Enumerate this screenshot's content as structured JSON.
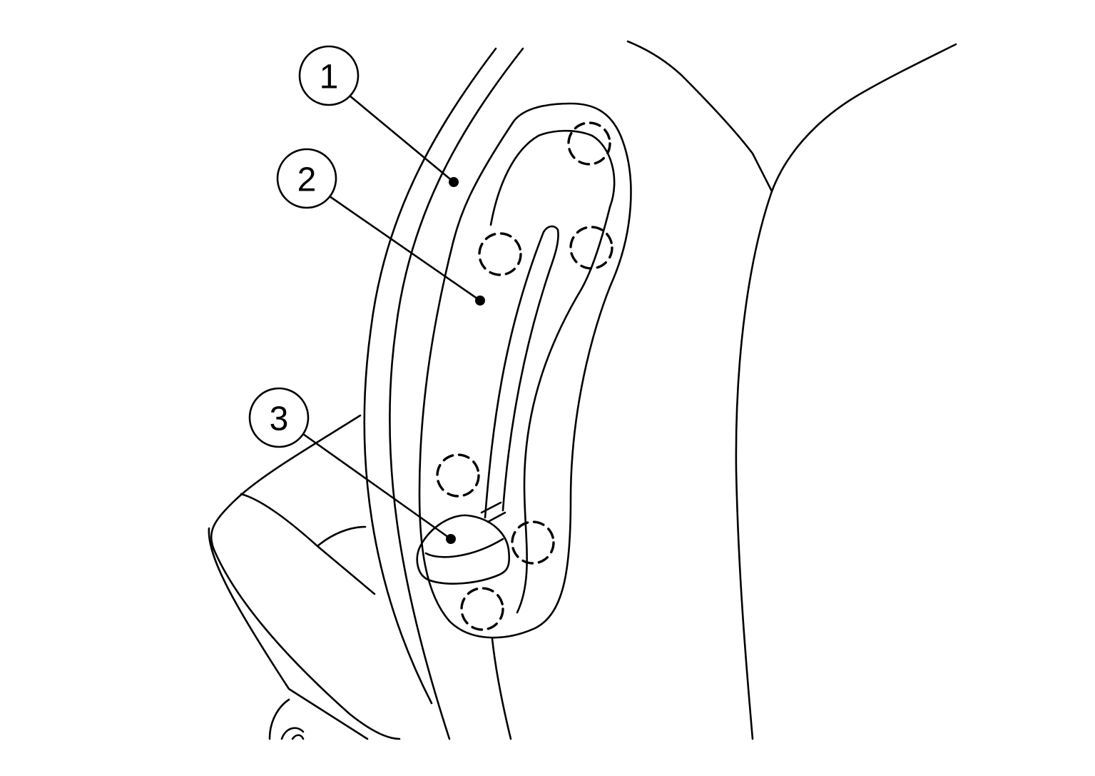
{
  "callouts": [
    {
      "label": "1"
    },
    {
      "label": "2"
    },
    {
      "label": "3"
    }
  ],
  "colors": {
    "line": "#000000",
    "background": "#ffffff"
  }
}
